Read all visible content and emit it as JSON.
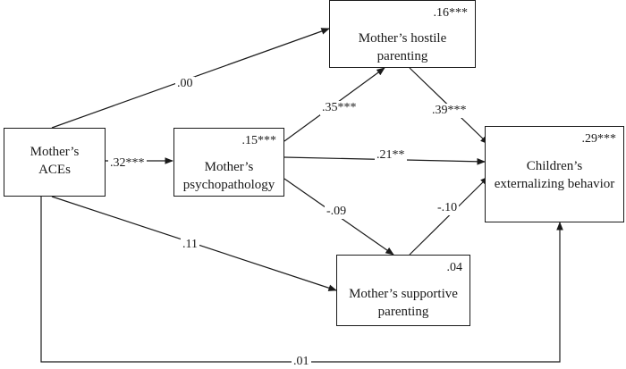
{
  "nodes": {
    "aces": {
      "label": "Mother’s\nACEs",
      "r2": ""
    },
    "psychopathology": {
      "label": "Mother’s\npsychopathology",
      "r2": ".15***"
    },
    "hostile": {
      "label": "Mother’s hostile\nparenting",
      "r2": ".16***"
    },
    "supportive": {
      "label": "Mother’s supportive\nparenting",
      "r2": ".04"
    },
    "children": {
      "label": "Children’s\nexternalizing behavior",
      "r2": ".29***"
    }
  },
  "paths": {
    "aces_to_hostile": ".00",
    "aces_to_psychopathology": ".32***",
    "aces_to_supportive": ".11",
    "aces_to_children": ".01",
    "psychopathology_to_hostile": ".35***",
    "psychopathology_to_children": ".21**",
    "psychopathology_to_supportive": "-.09",
    "hostile_to_children": ".39***",
    "supportive_to_children": "-.10"
  },
  "colors": {
    "line": "#1a1a1a",
    "background": "#ffffff"
  }
}
